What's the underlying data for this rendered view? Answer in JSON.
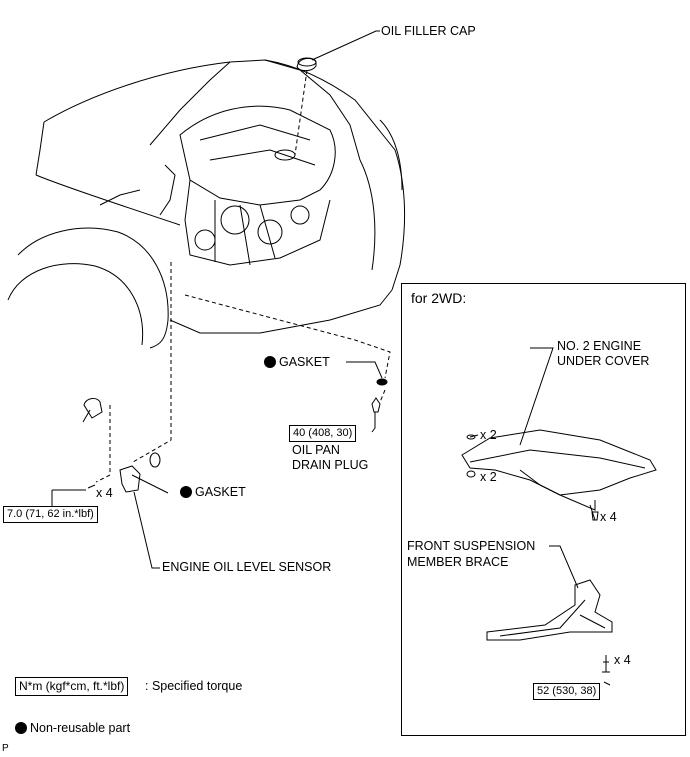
{
  "labels": {
    "oil_filler_cap": "OIL FILLER CAP",
    "gasket_drain": "GASKET",
    "drain_torque": "40 (408, 30)",
    "drain_plug_line1": "OIL PAN",
    "drain_plug_line2": "DRAIN PLUG",
    "sensor_bolt_qty": "x 4",
    "sensor_torque": "7.0 (71, 62 in.*lbf)",
    "gasket_sensor": "GASKET",
    "engine_oil_level_sensor": "ENGINE OIL LEVEL SENSOR"
  },
  "panel_2wd": {
    "title": "for 2WD:",
    "under_cover_line1": "NO. 2 ENGINE",
    "under_cover_line2": "UNDER COVER",
    "upper_clip_qty": "x 2",
    "lower_clip_qty": "x 2",
    "cover_bolt_qty": "x 4",
    "brace_line1": "FRONT SUSPENSION",
    "brace_line2": "MEMBER BRACE",
    "brace_bolt_qty": "x 4",
    "brace_torque": "52 (530, 38)"
  },
  "legend": {
    "torque_unit": "N*m (kgf*cm, ft.*lbf)",
    "torque_text": ": Specified torque",
    "non_reusable_text": "Non-reusable part"
  },
  "corner_mark": "P"
}
